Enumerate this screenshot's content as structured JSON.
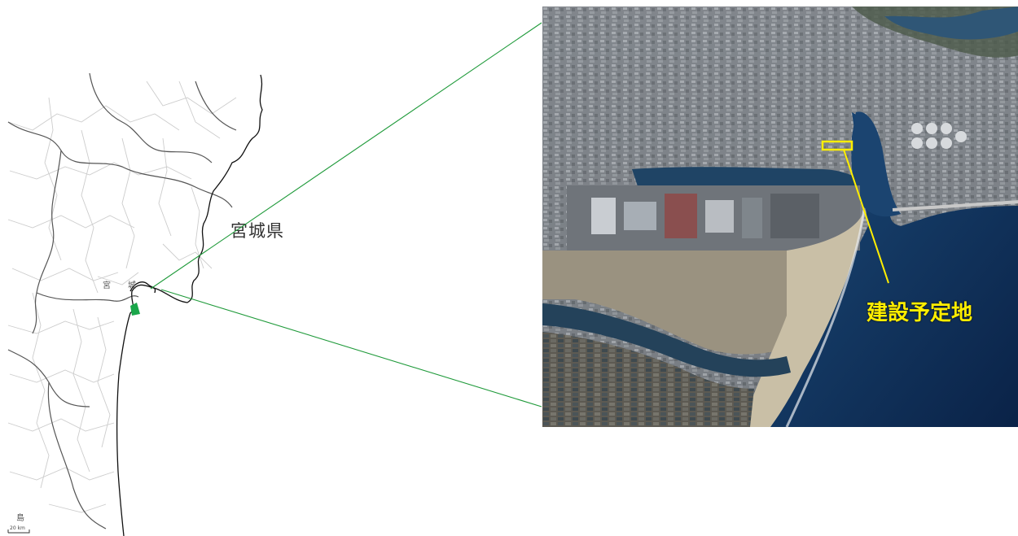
{
  "map": {
    "prefecture_label": "宮城県",
    "small_labels": [
      "宮",
      "城",
      "島"
    ],
    "scale_label": "20 km",
    "colors": {
      "boundary": "#c9c9c9",
      "prefecture_boundary": "#555555",
      "coastline": "#111111",
      "site_marker": "#1aa64a",
      "connector_lines": "#1f9a3a"
    }
  },
  "photo": {
    "site_label": "建設予定地",
    "colors": {
      "site_label": "#ffee00",
      "site_box": "#ffee00",
      "sea": "#0d2b52"
    }
  }
}
